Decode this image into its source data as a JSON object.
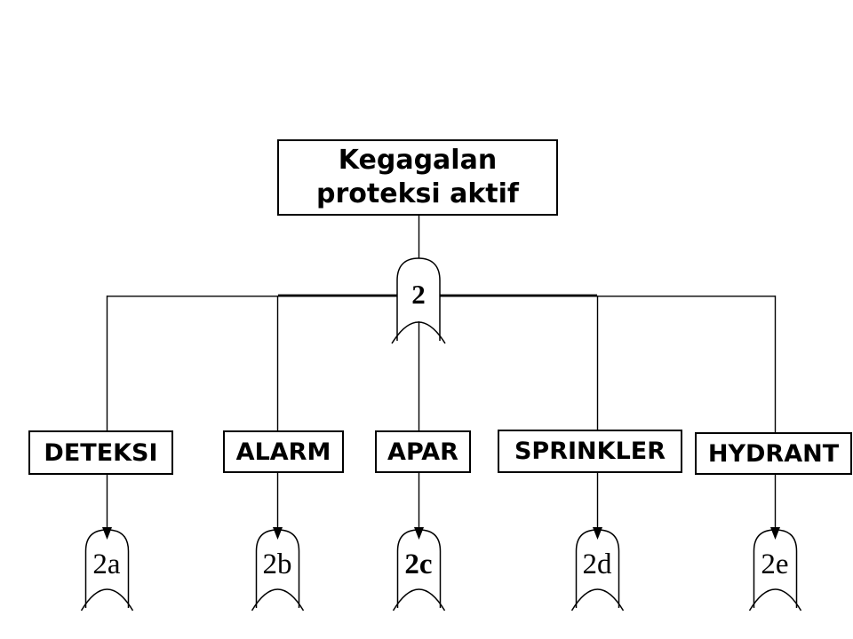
{
  "tree": {
    "root": {
      "label": "Kegagalan proteksi aktif"
    },
    "root_gate": {
      "label": "2",
      "type": "or-gate"
    },
    "branches": [
      {
        "label": "DETEKSI",
        "gate": "2a",
        "gate_type": "or-gate"
      },
      {
        "label": "ALARM",
        "gate": "2b",
        "gate_type": "or-gate"
      },
      {
        "label": "APAR",
        "gate": "2c",
        "gate_type": "or-gate"
      },
      {
        "label": "SPRINKLER",
        "gate": "2d",
        "gate_type": "or-gate"
      },
      {
        "label": "HYDRANT",
        "gate": "2e",
        "gate_type": "or-gate"
      }
    ]
  },
  "colors": {
    "background": "#ffffff",
    "line": "#000000",
    "text": "#000000"
  }
}
